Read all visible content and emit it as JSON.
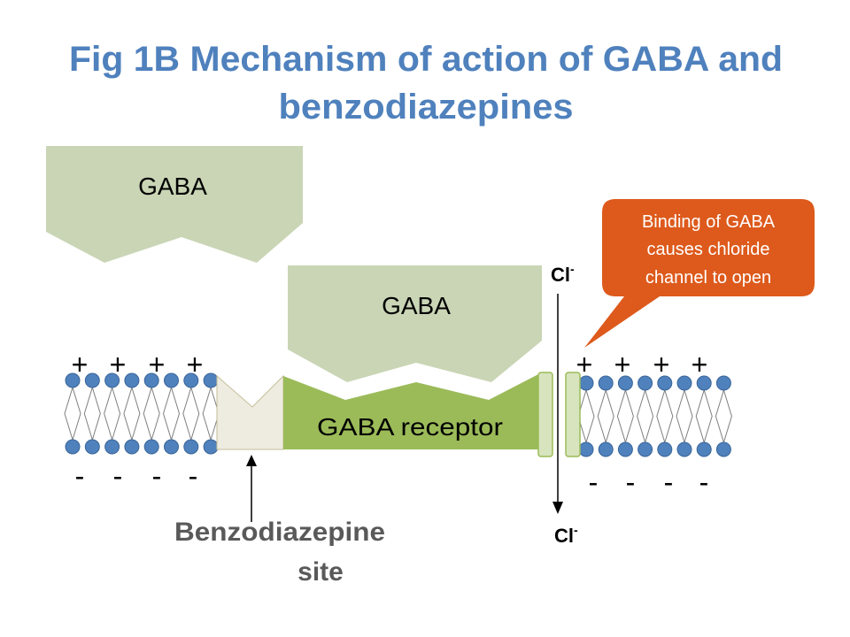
{
  "title": {
    "line1": "Fig 1B Mechanism of action of GABA and",
    "line2": "benzodiazepines"
  },
  "gaba_ligands": [
    {
      "label": "GABA"
    },
    {
      "label": "GABA"
    }
  ],
  "receptor": {
    "label": "GABA receptor"
  },
  "benzodiazepine_site": {
    "lines": [
      "Benzodiazepine",
      "site"
    ]
  },
  "chloride": {
    "top": {
      "symbol": "Cl",
      "charge": "-"
    },
    "bottom": {
      "symbol": "Cl",
      "charge": "-"
    }
  },
  "callout": {
    "lines": [
      "Binding of GABA",
      "causes chloride",
      "channel to open"
    ]
  },
  "membrane": {
    "left": {
      "top_charges": [
        "+",
        "+",
        "+",
        "+"
      ],
      "bottom_charges": [
        "-",
        "-",
        "-",
        "-"
      ]
    },
    "right": {
      "top_charges": [
        "+",
        "+",
        "+",
        "+"
      ],
      "bottom_charges": [
        "-",
        "-",
        "-",
        "-"
      ]
    }
  },
  "colors": {
    "title": "#4F81BD",
    "gaba": "#C9D5B5",
    "receptor": "#9BBB59",
    "site": "#EEECE1",
    "site_border": "#C4BD97",
    "channel": "#D7E4BD",
    "channel_border": "#9BBB59",
    "lipid_head": "#4F81BD",
    "lipid_tail": "#7F7F7F",
    "callout": "#DD5A1C",
    "callout_text": "#FFFFFF",
    "site_label": "#595959"
  }
}
